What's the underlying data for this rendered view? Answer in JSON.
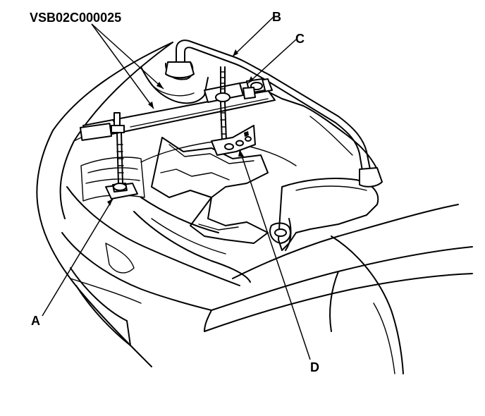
{
  "figure": {
    "code": "VSB02C000025",
    "callouts": {
      "a": "A",
      "b": "B",
      "c": "C",
      "d": "D"
    }
  }
}
